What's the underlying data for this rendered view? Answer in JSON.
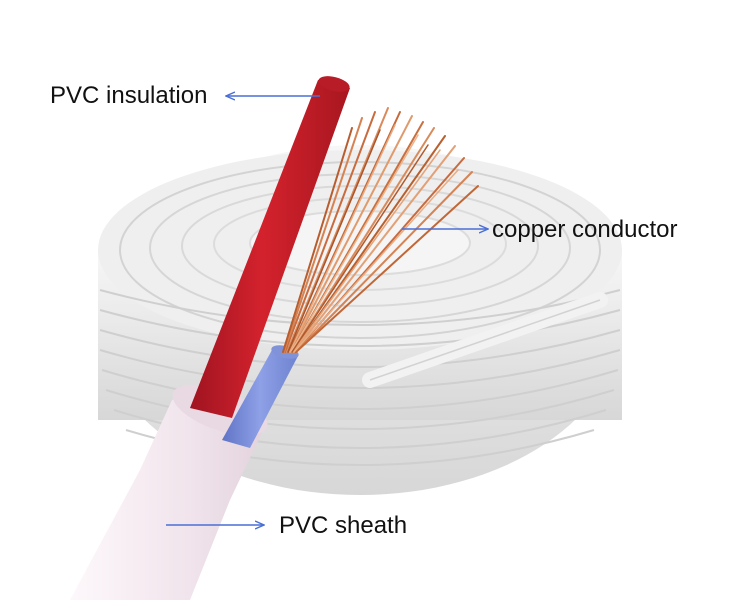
{
  "labels": {
    "insulation": "PVC insulation",
    "conductor": "copper conductor",
    "sheath": "PVC sheath"
  },
  "colors": {
    "background": "#ffffff",
    "cable_coil": "#e8e8e8",
    "red_insulation": "#c8202b",
    "blue_insulation": "#7f92d9",
    "copper": "#d07a4e",
    "outer_sheath": "#f3e9ef",
    "pointer_arrow": "#4a6fd6",
    "text": "#111111"
  }
}
